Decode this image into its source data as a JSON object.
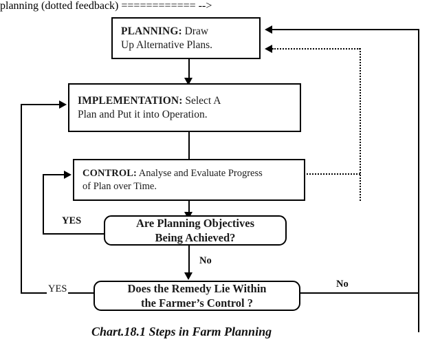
{
  "chart_data": {
    "type": "diagram",
    "diagram_kind": "flowchart",
    "title": "Chart.18.1 Steps in Farm Planning",
    "nodes": [
      {
        "id": "planning",
        "shape": "rectangle",
        "keyword": "PLANNING:",
        "line1_rest": " Draw",
        "line2": "Up Alternative Plans."
      },
      {
        "id": "implementation",
        "shape": "rectangle",
        "keyword": "IMPLEMENTATION:",
        "line1_rest": " Select A",
        "line2": "Plan and Put it into Operation."
      },
      {
        "id": "control",
        "shape": "rectangle",
        "keyword": "CONTROL:",
        "line1_rest": " Analyse and Evaluate Progress",
        "line2": "of Plan over Time."
      },
      {
        "id": "objectives",
        "shape": "rounded-rectangle",
        "line1": "Are Planning Objectives",
        "line2": "Being Achieved?"
      },
      {
        "id": "remedy",
        "shape": "rounded-rectangle",
        "line1": "Does the Remedy Lie Within",
        "line2": "the Farmer’s Control ?"
      }
    ],
    "edges": [
      {
        "from": "planning",
        "to": "implementation",
        "style": "solid",
        "label": ""
      },
      {
        "from": "implementation",
        "to": "control",
        "style": "solid",
        "label": ""
      },
      {
        "from": "control",
        "to": "objectives",
        "style": "solid",
        "label": ""
      },
      {
        "from": "objectives",
        "to": "remedy",
        "style": "solid",
        "label": "No"
      },
      {
        "from": "objectives",
        "to": "control",
        "style": "solid",
        "label": "YES"
      },
      {
        "from": "remedy",
        "to": "implementation",
        "style": "solid",
        "label": "YES"
      },
      {
        "from": "remedy",
        "to": "planning",
        "style": "solid",
        "label": "No"
      },
      {
        "from": "control",
        "to": "planning",
        "style": "dotted",
        "label": ""
      }
    ],
    "labels": {
      "yes_upper": "YES",
      "yes_lower": "YES",
      "no_middle": "No",
      "no_right": "No"
    },
    "colors": {
      "stroke": "#000000",
      "text": "#1a1a1a",
      "background": "#ffffff"
    }
  },
  "caption": {
    "text": "Chart.18.1 Steps in Farm Planning"
  }
}
